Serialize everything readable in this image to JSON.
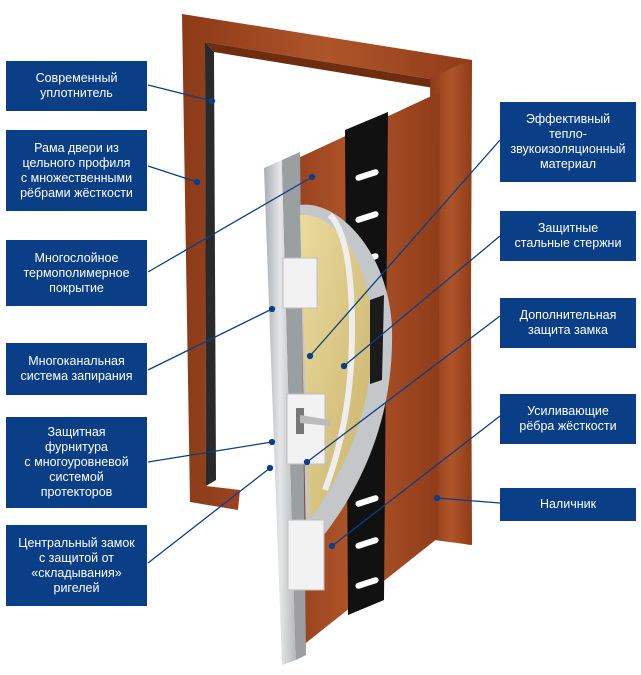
{
  "labels": {
    "seal": "Современный\nуплотнитель",
    "frame": "Рама двери из\nцельного профиля\nс множественными\nрёбрами жёсткости",
    "coating": "Многослойное\nтермополимерное\nпокрытие",
    "locking": "Многоканальная\nсистема запирания",
    "hardware": "Защитная\nфурнитура\nс многоуровневой\nсистемой\nпротекторов",
    "central_lock": "Центральный замок\nс защитой от\n«складывания»\nригелей",
    "insulation": "Эффективный\nтепло-\nзвукоизоляционный\nматериал",
    "rods": "Защитные\nстальные стержни",
    "lock_protection": "Дополнительная\nзащита замка",
    "ribs": "Усиливающие\nрёбра жёсткости",
    "casing": "Наличник"
  },
  "colors": {
    "label_bg": "#0a3f88",
    "wood": "#a24a22",
    "wood_dark": "#7a3214",
    "steel": "#cfd2d4",
    "insulation": "#d9c789",
    "core": "#111111"
  }
}
